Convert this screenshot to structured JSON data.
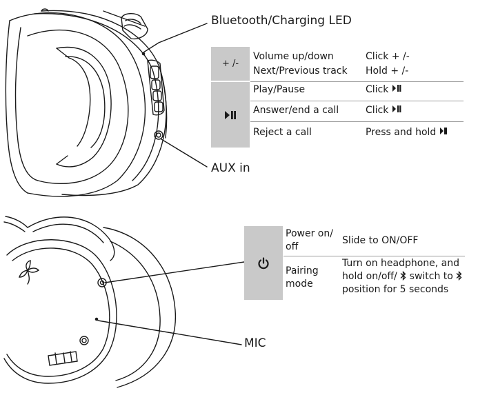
{
  "callouts": {
    "led": "Bluetooth/Charging LED",
    "aux": "AUX in",
    "mic": "MIC"
  },
  "controls_table": {
    "rows": [
      {
        "key": "+ /-",
        "action": "Volume up/down",
        "operation": "Click + /-"
      },
      {
        "key": "+ /-",
        "action": "Next/Previous track",
        "operation": "Hold + /-"
      },
      {
        "key": "play-pause-icon",
        "action": "Play/Pause",
        "operation": "Click"
      },
      {
        "key": "play-pause-icon",
        "action": "Answer/end a call",
        "operation": "Click"
      },
      {
        "key": "play-pause-icon",
        "action": "Reject a call",
        "operation": "Press and hold"
      }
    ]
  },
  "power_table": {
    "key": "power-icon",
    "rows": [
      {
        "action_lines": [
          "Power on/",
          "off"
        ],
        "operation_lines": [
          "Slide to ON/OFF"
        ]
      },
      {
        "action_lines": [
          "Pairing",
          "mode"
        ],
        "operation_lines": [
          "Turn on headphone, and",
          "hold on/off/",
          "switch to",
          "position for 5 seconds"
        ]
      }
    ]
  },
  "colors": {
    "key_cell": "#c9c9c9",
    "line": "#1a1a1a",
    "divider": "#9a9a9a"
  }
}
